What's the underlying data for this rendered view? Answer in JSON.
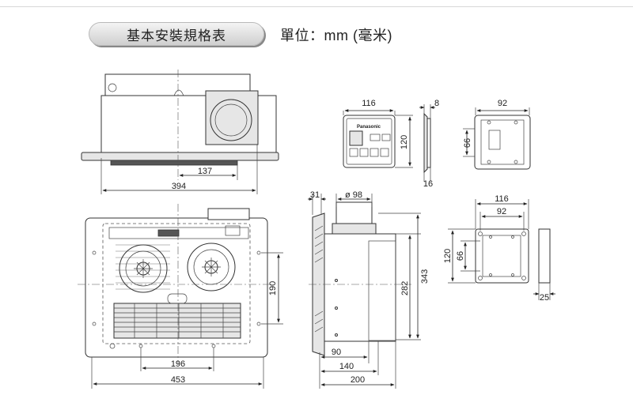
{
  "header": {
    "title": "基本安裝規格表",
    "unit_label": "單位：mm (毫米)"
  },
  "dimensions": {
    "main_top_137": "137",
    "main_top_394": "394",
    "main_front_190": "190",
    "main_front_196": "196",
    "main_front_453": "453",
    "side_31": "31",
    "side_phi98": "ø 98",
    "side_282": "282",
    "side_343": "343",
    "side_90": "90",
    "side_140": "140",
    "side_200": "200",
    "panel_116": "116",
    "panel_8": "8",
    "panel_120": "120",
    "panel_16": "16",
    "plate_92": "92",
    "plate_66": "66",
    "box_116": "116",
    "box_92": "92",
    "box_120": "120",
    "box_66": "66",
    "box_25": "25"
  },
  "panel_brand": "Panasonic"
}
